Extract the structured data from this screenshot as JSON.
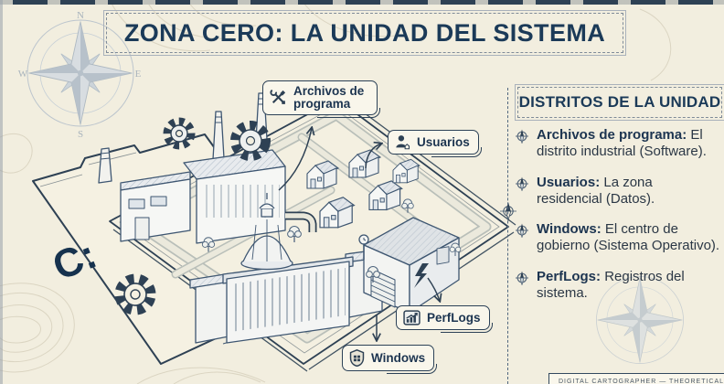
{
  "header": {
    "title": "ZONA CERO: LA UNIDAD DEL SISTEMA"
  },
  "map": {
    "folder_label": "C:",
    "compass": {
      "n": "N",
      "w": "W",
      "e": "E",
      "s": "S"
    },
    "callouts": [
      {
        "label": "Archivos de programa",
        "icon": "tools-icon"
      },
      {
        "label": "Usuarios",
        "icon": "user-icon"
      },
      {
        "label": "PerfLogs",
        "icon": "chart-icon"
      },
      {
        "label": "Windows",
        "icon": "shield-icon"
      }
    ]
  },
  "sidebar": {
    "title": "DISTRITOS DE LA UNIDAD",
    "items": [
      {
        "term": "Archivos de programa:",
        "description": "El distrito industrial (Software)."
      },
      {
        "term": "Usuarios:",
        "description": "La zona residencial (Datos)."
      },
      {
        "term": "Windows:",
        "description": "El centro de gobierno (Sistema Operativo)."
      },
      {
        "term": "PerfLogs:",
        "description": "Registros del sistema."
      }
    ]
  },
  "footer": {
    "credit": "DIGITAL CARTOGRAPHER — THEORETICAL GUIDE"
  },
  "colors": {
    "background": "#f2eedf",
    "ink": "#1c3a58",
    "line_art": "#3e5671",
    "accent_border": "#2c4157",
    "contour": "#dbd5c2",
    "compass": "#c3ccd3"
  }
}
